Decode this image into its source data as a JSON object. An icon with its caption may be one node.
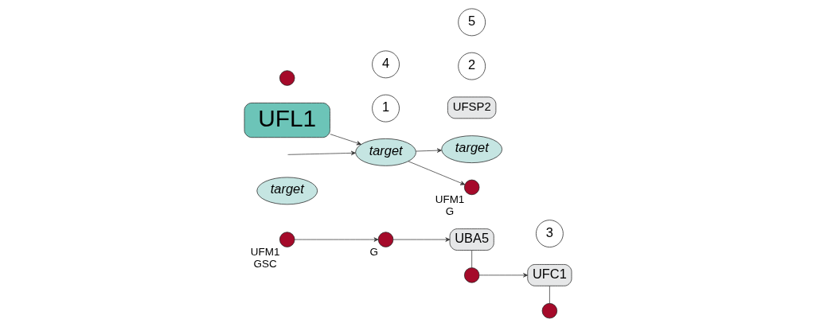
{
  "diagram": {
    "nodes": [
      {
        "text": [
          "UFM1"
        ],
        "beside": [
          "GSC"
        ]
      },
      {
        "text": [],
        "shape": "circle",
        "beside": [
          "G"
        ]
      },
      {
        "text": [
          "UBA5"
        ]
      },
      {
        "text": [],
        "shape": "circle"
      },
      {
        "text": [
          "UFC1"
        ]
      },
      {
        "text": [],
        "shape": "circle"
      },
      {
        "text": [
          "target"
        ]
      },
      {
        "text": [
          "UFL1"
        ]
      },
      {
        "text": [],
        "shape": "circle"
      },
      {
        "text": [
          "target"
        ]
      },
      {
        "text": [
          "target"
        ]
      },
      {
        "text": [
          "UFM1"
        ],
        "beside": [
          "G"
        ]
      },
      {
        "text": [
          "UFSP2"
        ]
      },
      {
        "text": [
          "1"
        ]
      },
      {
        "text": [
          "2"
        ]
      },
      {
        "text": [
          "3"
        ]
      },
      {
        "text": [
          "4"
        ]
      },
      {
        "text": [
          "5"
        ]
      }
    ],
    "edges": [
      {
        "from": 0,
        "to": 1,
        "arrow": "to"
      },
      {
        "from": 1,
        "to": 2,
        "arrow": "to"
      },
      {
        "from": 2,
        "to": 3,
        "arrow": "none"
      },
      {
        "from": 3,
        "to": 4,
        "arrow": "to"
      },
      {
        "from": 4,
        "to": 5,
        "arrow": "none"
      },
      {
        "from": null,
        "to": 9,
        "arrow": "to"
      },
      {
        "from": 7,
        "to": 9,
        "arrow": "to"
      },
      {
        "from": 9,
        "to": 10,
        "arrow": "to"
      },
      {
        "from": 9,
        "to": 11,
        "arrow": "to"
      }
    ]
  }
}
